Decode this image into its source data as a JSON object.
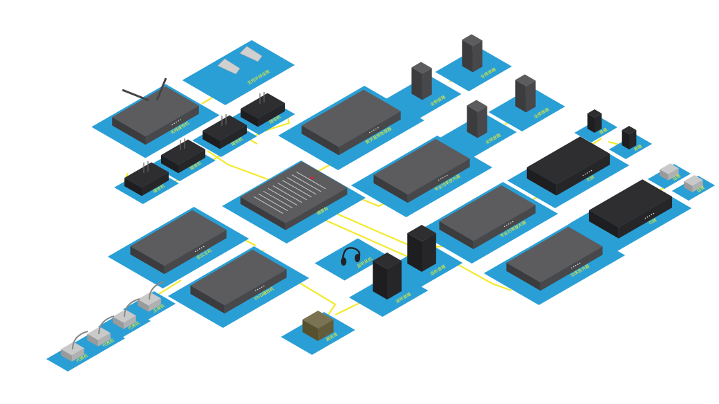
{
  "diagram": {
    "colors": {
      "platform": "#2a9fd6",
      "cable": "#f2ea2c",
      "device": "#4a4a4c",
      "label": "#f5f12a"
    },
    "nodes": [
      {
        "id": "wireless-receiver",
        "kind": "router",
        "label": "无线接收机"
      },
      {
        "id": "handheld-mics",
        "kind": "handheld",
        "label": "无线手持话筒"
      },
      {
        "id": "rx1",
        "kind": "rx",
        "label": "接收机"
      },
      {
        "id": "rx2",
        "kind": "rx",
        "label": "接收机"
      },
      {
        "id": "rx3",
        "kind": "rx",
        "label": "接收机"
      },
      {
        "id": "rx4",
        "kind": "rx",
        "label": "接收机"
      },
      {
        "id": "mixer",
        "kind": "mixer",
        "label": "调音台"
      },
      {
        "id": "processor",
        "kind": "rack",
        "label": "数字音频处理器"
      },
      {
        "id": "amp-a",
        "kind": "rack",
        "label": "专业功率放大器"
      },
      {
        "id": "spk-1",
        "kind": "spk",
        "label": "全频音箱"
      },
      {
        "id": "spk-2",
        "kind": "spk",
        "label": "全频音箱"
      },
      {
        "id": "spk-3",
        "kind": "spk",
        "label": "全频音箱"
      },
      {
        "id": "spk-4",
        "kind": "spk",
        "label": "全频音箱"
      },
      {
        "id": "mini-spk-1",
        "kind": "minispk",
        "label": "音箱"
      },
      {
        "id": "mini-spk-2",
        "kind": "minispk",
        "label": "音箱"
      },
      {
        "id": "amp-black-1",
        "kind": "blackbox",
        "label": "功放"
      },
      {
        "id": "desk-mic-1",
        "kind": "deskmic",
        "label": "话筒"
      },
      {
        "id": "desk-mic-2",
        "kind": "deskmic",
        "label": "话筒"
      },
      {
        "id": "amp-black-2",
        "kind": "blackbox",
        "label": "功放"
      },
      {
        "id": "amp-b",
        "kind": "rack",
        "label": "专业功率放大器"
      },
      {
        "id": "amp-c",
        "kind": "rack",
        "label": "功率放大器"
      },
      {
        "id": "headphones",
        "kind": "head",
        "label": "监听耳机"
      },
      {
        "id": "floor-spk-1",
        "kind": "tower",
        "label": "返听音箱"
      },
      {
        "id": "floor-spk-2",
        "kind": "tower",
        "label": "返听音箱"
      },
      {
        "id": "subwoofer",
        "kind": "cube",
        "label": "超低音"
      },
      {
        "id": "conf-host",
        "kind": "rack",
        "label": "会议主机"
      },
      {
        "id": "dvd",
        "kind": "player",
        "label": "DVD播放机"
      },
      {
        "id": "goose-1",
        "kind": "goose",
        "label": "主席机"
      },
      {
        "id": "goose-2",
        "kind": "goose",
        "label": "代表机"
      },
      {
        "id": "goose-3",
        "kind": "goose",
        "label": "代表机"
      },
      {
        "id": "goose-4",
        "kind": "goose",
        "label": "代表机"
      }
    ]
  }
}
